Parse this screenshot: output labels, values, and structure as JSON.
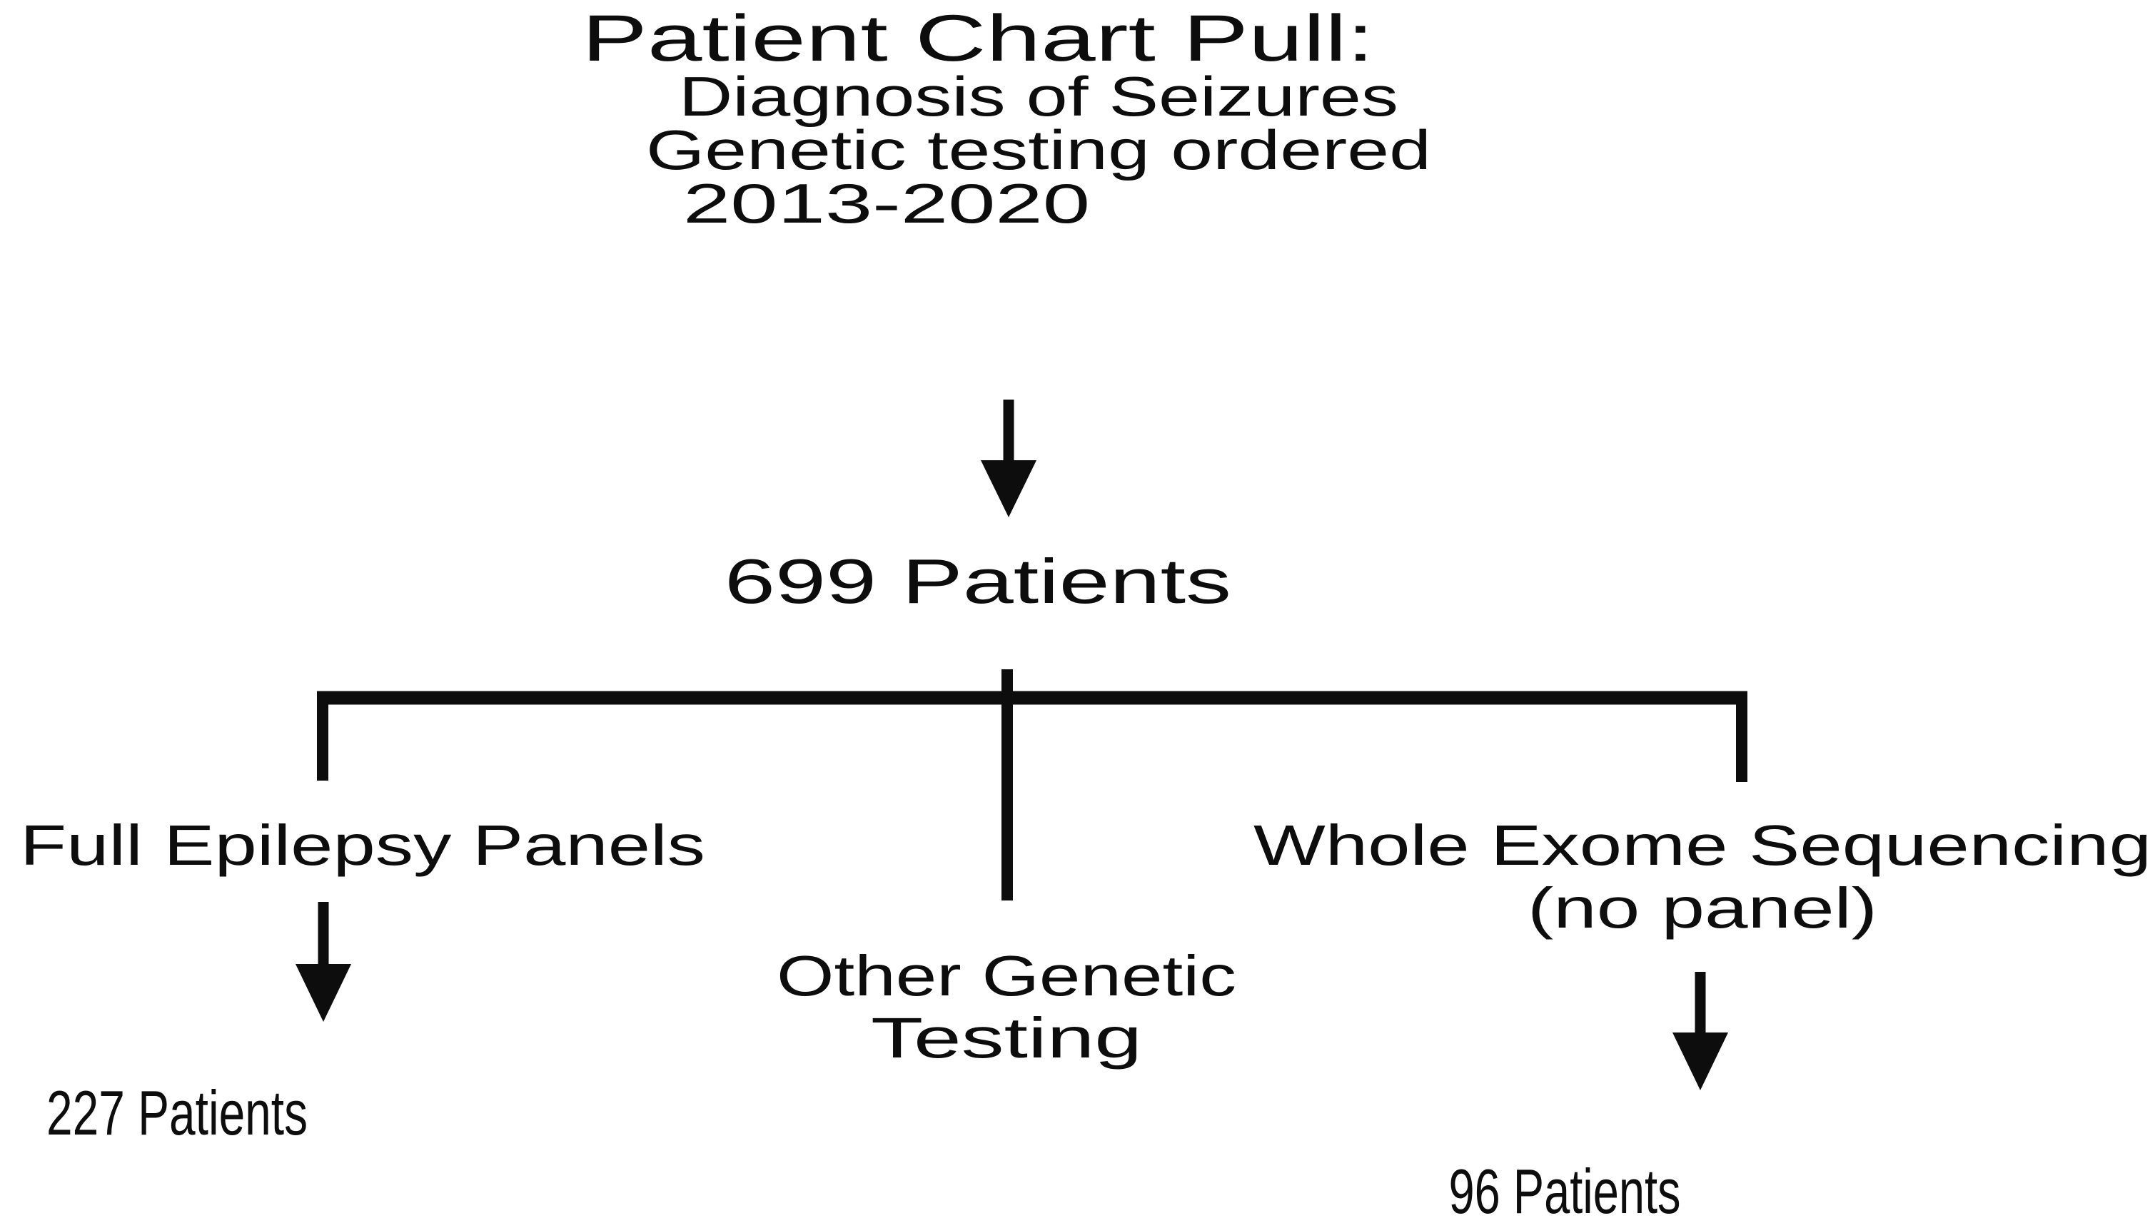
{
  "diagram": {
    "title": "Patient Chart Pull:",
    "background_color": "#ffffff",
    "line_color": "#0d0d0d",
    "text_color": "#0d0d0d",
    "header": {
      "title": "Patient Chart Pull:",
      "lines": [
        "Diagnosis of Seizures",
        "Genetic testing ordered",
        "2013-2020"
      ],
      "line_1": "Diagnosis of Seizures",
      "line_2": "Genetic testing ordered",
      "line_3": "2013-2020"
    },
    "root_node": {
      "label": "699 Patients",
      "count": 699,
      "unit": "Patients"
    },
    "branches": [
      {
        "id": "full-epilepsy-panels",
        "label": "Full Epilepsy Panels",
        "label_line_1": "Full Epilepsy Panels",
        "label_line_2": "",
        "has_arrow": true,
        "result": "227 Patients",
        "count": 227
      },
      {
        "id": "other-genetic-testing",
        "label": "Other Genetic Testing",
        "label_line_1": "Other Genetic",
        "label_line_2": "Testing",
        "has_arrow": false,
        "result": "",
        "count": null
      },
      {
        "id": "whole-exome-sequencing",
        "label": "Whole Exome Sequencing (no panel)",
        "label_line_1": "Whole Exome Sequencing",
        "label_line_2": "(no panel)",
        "has_arrow": true,
        "result": "96 Patients",
        "count": 96
      }
    ],
    "arrows": {
      "root_arrow": "down-arrow-icon",
      "left_arrow": "down-arrow-icon",
      "right_arrow": "down-arrow-icon"
    },
    "connector": {
      "type": "horizontal-split",
      "split_count": 3
    }
  },
  "chart_data": {
    "type": "flowchart",
    "title": "Patient Chart Pull: Diagnosis of Seizures, Genetic testing ordered 2013-2020",
    "nodes": [
      {
        "id": "cohort",
        "label": "699 Patients",
        "value": 699
      },
      {
        "id": "panels",
        "label": "227 Patients",
        "value": 227
      },
      {
        "id": "other",
        "label": "Other Genetic Testing",
        "value": null
      },
      {
        "id": "wes",
        "label": "96 Patients",
        "value": 96
      }
    ],
    "edges": [
      {
        "from": "header",
        "to": "cohort",
        "label": ""
      },
      {
        "from": "cohort",
        "to": "panels",
        "label": "Full Epilepsy Panels"
      },
      {
        "from": "cohort",
        "to": "other",
        "label": "Other Genetic Testing"
      },
      {
        "from": "cohort",
        "to": "wes",
        "label": "Whole Exome Sequencing (no panel)"
      }
    ],
    "categories": [
      "Full Epilepsy Panels",
      "Other Genetic Testing",
      "Whole Exome Sequencing (no panel)"
    ],
    "values": [
      227,
      null,
      96
    ]
  }
}
